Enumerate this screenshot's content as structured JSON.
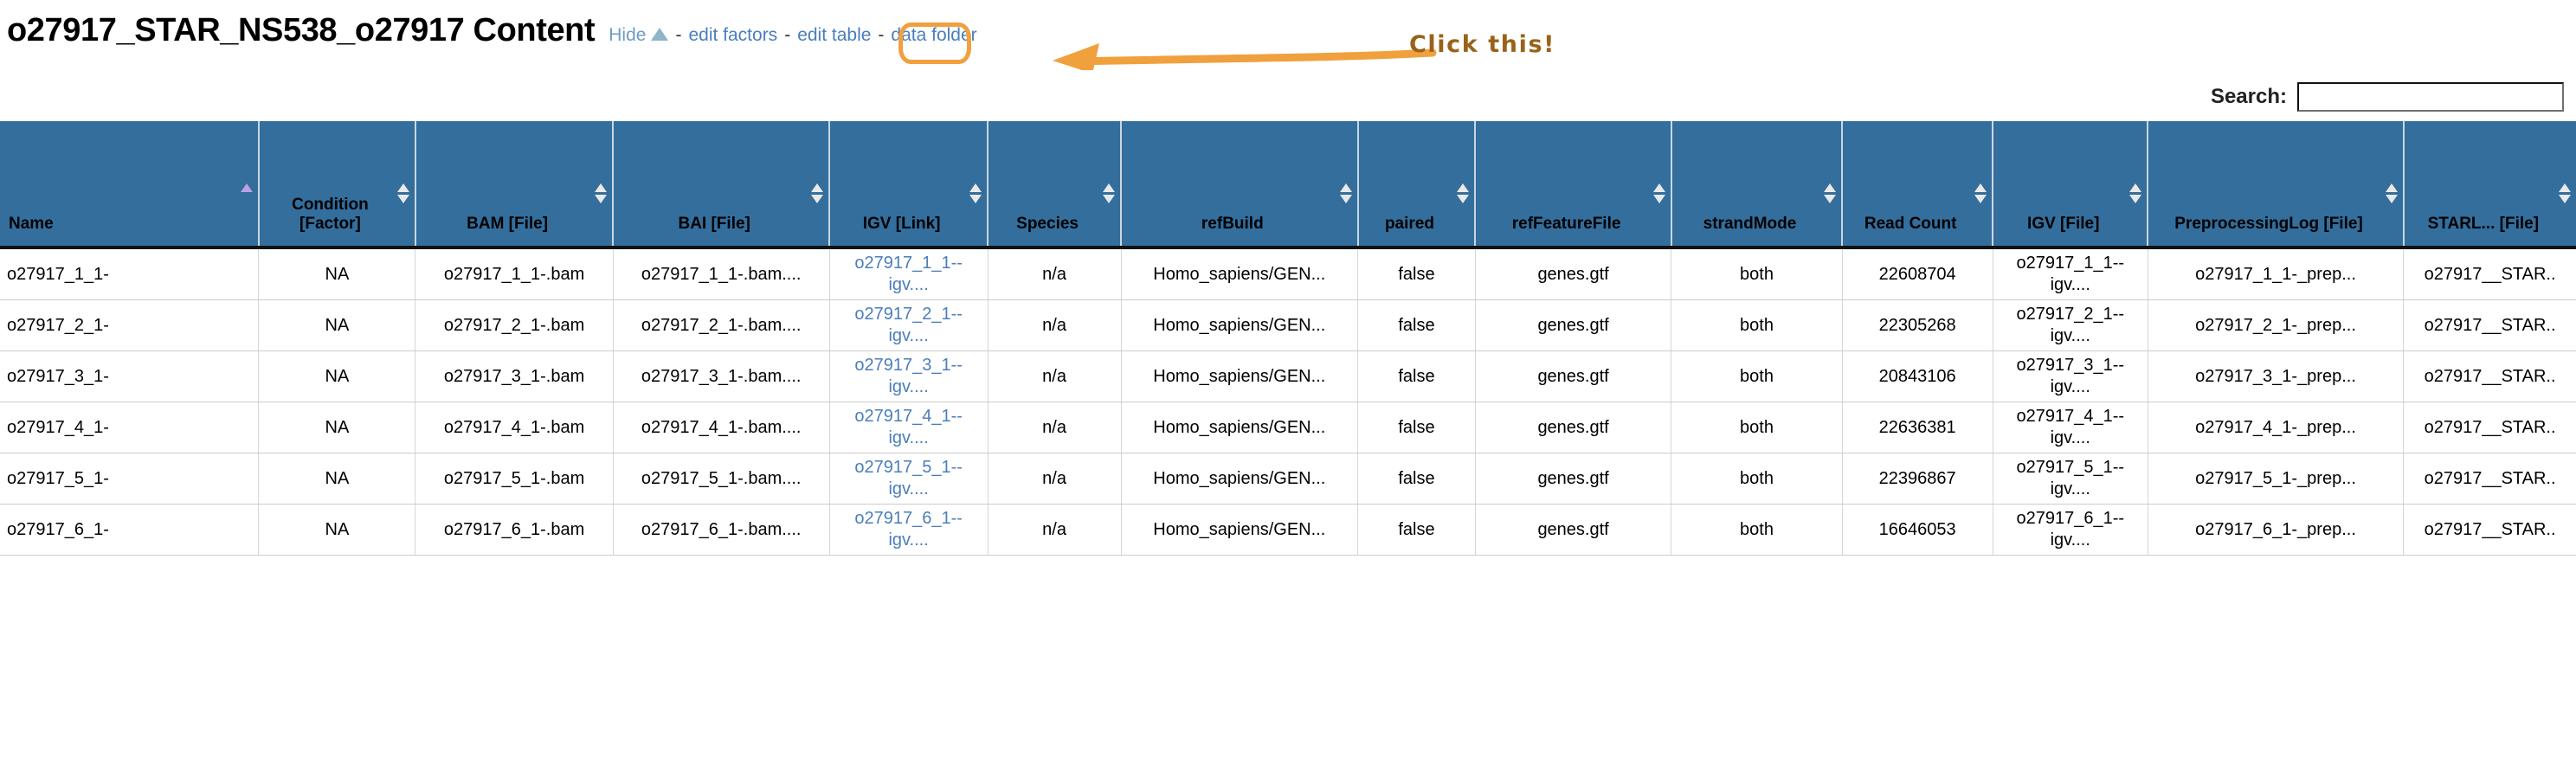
{
  "header": {
    "title": "o27917_STAR_NS538_o27917 Content",
    "hide_label": "Hide",
    "sep": "-",
    "edit_factors_label": "edit factors",
    "edit_table_label": "edit table",
    "data_folder_label": "data folder"
  },
  "annotation": {
    "text": "Click  this!",
    "color": "#9a6219",
    "mark_color": "#f0a03c",
    "target": "edit table"
  },
  "search": {
    "label": "Search:",
    "value": "",
    "placeholder": ""
  },
  "table": {
    "columns": [
      {
        "label": "Name",
        "sort": "asc",
        "align": "left",
        "width": 165
      },
      {
        "label": "Condition [Factor]",
        "sort": "none",
        "align": "center",
        "width": 100
      },
      {
        "label": "BAM [File]",
        "sort": "none",
        "align": "center",
        "width": 126
      },
      {
        "label": "BAI [File]",
        "sort": "none",
        "align": "center",
        "width": 138
      },
      {
        "label": "IGV [Link]",
        "sort": "none",
        "align": "center",
        "width": 101
      },
      {
        "label": "Species",
        "sort": "none",
        "align": "center",
        "width": 85
      },
      {
        "label": "refBuild",
        "sort": "none",
        "align": "center",
        "width": 151
      },
      {
        "label": "paired",
        "sort": "none",
        "align": "center",
        "width": 75
      },
      {
        "label": "refFeatureFile",
        "sort": "none",
        "align": "center",
        "width": 125
      },
      {
        "label": "strandMode",
        "sort": "none",
        "align": "center",
        "width": 109
      },
      {
        "label": "Read Count",
        "sort": "none",
        "align": "center",
        "width": 96
      },
      {
        "label": "IGV [File]",
        "sort": "none",
        "align": "center",
        "width": 99
      },
      {
        "label": "PreprocessingLog [File]",
        "sort": "none",
        "align": "center",
        "width": 163
      },
      {
        "label": "STARL... [File]",
        "sort": "none",
        "align": "center",
        "width": 110
      }
    ],
    "rows": [
      {
        "name": "o27917_1_1-",
        "condition": "NA",
        "bam": "o27917_1_1-.bam",
        "bai": "o27917_1_1-.bam....",
        "igv_link": "o27917_1_1--igv....",
        "species": "n/a",
        "refbuild": "Homo_sapiens/GEN...",
        "paired": "false",
        "reffeaturefile": "genes.gtf",
        "strandmode": "both",
        "readcount": "22608704",
        "igv_file": "o27917_1_1--igv....",
        "preprocessinglog": "o27917_1_1-_prep...",
        "starlog": "o27917__STAR.."
      },
      {
        "name": "o27917_2_1-",
        "condition": "NA",
        "bam": "o27917_2_1-.bam",
        "bai": "o27917_2_1-.bam....",
        "igv_link": "o27917_2_1--igv....",
        "species": "n/a",
        "refbuild": "Homo_sapiens/GEN...",
        "paired": "false",
        "reffeaturefile": "genes.gtf",
        "strandmode": "both",
        "readcount": "22305268",
        "igv_file": "o27917_2_1--igv....",
        "preprocessinglog": "o27917_2_1-_prep...",
        "starlog": "o27917__STAR.."
      },
      {
        "name": "o27917_3_1-",
        "condition": "NA",
        "bam": "o27917_3_1-.bam",
        "bai": "o27917_3_1-.bam....",
        "igv_link": "o27917_3_1--igv....",
        "species": "n/a",
        "refbuild": "Homo_sapiens/GEN...",
        "paired": "false",
        "reffeaturefile": "genes.gtf",
        "strandmode": "both",
        "readcount": "20843106",
        "igv_file": "o27917_3_1--igv....",
        "preprocessinglog": "o27917_3_1-_prep...",
        "starlog": "o27917__STAR.."
      },
      {
        "name": "o27917_4_1-",
        "condition": "NA",
        "bam": "o27917_4_1-.bam",
        "bai": "o27917_4_1-.bam....",
        "igv_link": "o27917_4_1--igv....",
        "species": "n/a",
        "refbuild": "Homo_sapiens/GEN...",
        "paired": "false",
        "reffeaturefile": "genes.gtf",
        "strandmode": "both",
        "readcount": "22636381",
        "igv_file": "o27917_4_1--igv....",
        "preprocessinglog": "o27917_4_1-_prep...",
        "starlog": "o27917__STAR.."
      },
      {
        "name": "o27917_5_1-",
        "condition": "NA",
        "bam": "o27917_5_1-.bam",
        "bai": "o27917_5_1-.bam....",
        "igv_link": "o27917_5_1--igv....",
        "species": "n/a",
        "refbuild": "Homo_sapiens/GEN...",
        "paired": "false",
        "reffeaturefile": "genes.gtf",
        "strandmode": "both",
        "readcount": "22396867",
        "igv_file": "o27917_5_1--igv....",
        "preprocessinglog": "o27917_5_1-_prep...",
        "starlog": "o27917__STAR.."
      },
      {
        "name": "o27917_6_1-",
        "condition": "NA",
        "bam": "o27917_6_1-.bam",
        "bai": "o27917_6_1-.bam....",
        "igv_link": "o27917_6_1--igv....",
        "species": "n/a",
        "refbuild": "Homo_sapiens/GEN...",
        "paired": "false",
        "reffeaturefile": "genes.gtf",
        "strandmode": "both",
        "readcount": "16646053",
        "igv_file": "o27917_6_1--igv....",
        "preprocessinglog": "o27917_6_1-_prep...",
        "starlog": "o27917__STAR.."
      }
    ]
  }
}
